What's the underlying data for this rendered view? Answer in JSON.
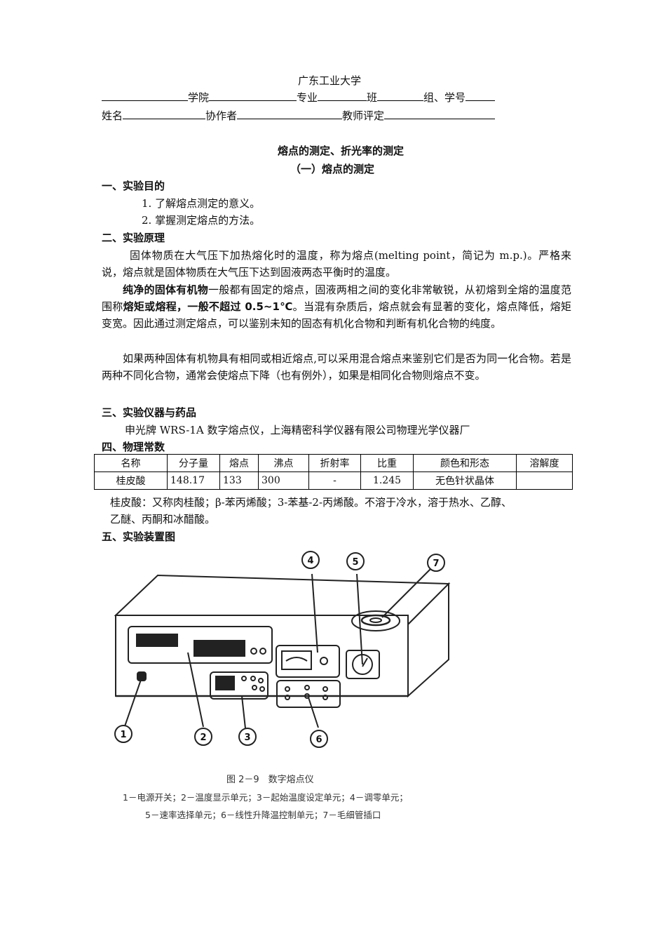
{
  "header": {
    "university": "广东工业大学",
    "row1": {
      "college": "学院",
      "major": "专业",
      "class": "班",
      "group_id": "组、学号"
    },
    "row2": {
      "name": "姓名",
      "partner": "协作者",
      "grade": "教师评定"
    }
  },
  "title": "熔点的测定、折光率的测定",
  "subtitle": "（一）熔点的测定",
  "sections": {
    "s1": "一、实验目的",
    "s1_items": [
      "1.  了解熔点测定的意义。",
      "2.  掌握测定熔点的方法。"
    ],
    "s2": "二、实验原理",
    "p1": "固体物质在大气压下加热熔化时的温度，称为熔点(melting point，简记为 m.p.)。严格来说，熔点就是固体物质在大气压下达到固液两态平衡时的温度。",
    "p2_bold1": "纯净的固体有机物",
    "p2_a": "一般都有固定的熔点，固液两相之间的变化非常敏锐，从初熔到全熔的温度范围称",
    "p2_bold2": "熔矩或熔程，一般不超过 0.5~1℃",
    "p2_b": "。当混有杂质后，熔点就会有显著的变化，熔点降低，熔矩变宽。因此通过测定熔点，可以鉴别未知的固态有机化合物和判断有机化合物的纯度。",
    "p3": "如果两种固体有机物具有相同或相近熔点,可以采用混合熔点来鉴别它们是否为同一化合物。若是两种不同化合物，通常会使熔点下降（也有例外），如果是相同化合物则熔点不变。",
    "s3": "三、实验仪器与药品",
    "s3_text": "申光牌 WRS-1A 数字熔点仪，上海精密科学仪器有限公司物理光学仪器厂",
    "s4": "四、物理常数",
    "s5": "五、实验装置图"
  },
  "table": {
    "headers": [
      "名称",
      "分子量",
      "熔点",
      "沸点",
      "折射率",
      "比重",
      "颜色和形态",
      "溶解度"
    ],
    "row": [
      "桂皮酸",
      "148.17",
      "133",
      "300",
      "-",
      "1.245",
      "无色针状晶体",
      ""
    ]
  },
  "note_line1": "桂皮酸：又称肉桂酸；β-苯丙烯酸；3-苯基-2-丙烯酸。不溶于冷水，溶于热水、乙醇、",
  "note_line2": "乙醚、丙酮和冰醋酸。",
  "figure": {
    "caption": "图 2－9　数字熔点仪",
    "legend1": "1－电源开关；2－温度显示单元；3－起始温度设定单元；4－调零单元；",
    "legend2": "5－速率选择单元；6－线性升降温控制单元；7－毛细管插口",
    "callouts": [
      "1",
      "2",
      "3",
      "4",
      "5",
      "6",
      "7"
    ]
  }
}
